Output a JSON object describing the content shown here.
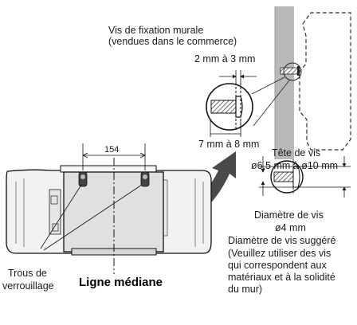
{
  "labels": {
    "screws_title_1": "Vis de fixation murale",
    "screws_title_2": "(vendues dans le commerce)",
    "protrusion": "2 mm à 3 mm",
    "length": "7 mm à 8 mm",
    "head_title": "Tête de vis",
    "head_dim": "ø6,5 mm à ø10 mm",
    "shaft_title": "Diamètre de vis",
    "shaft_dim": "ø4 mm",
    "spacing": "154",
    "holes_1": "Trous de",
    "holes_2": "verrouillage",
    "centerline": "Ligne médiane",
    "suggest_1": "Diamètre de vis suggéré",
    "suggest_2": "(Veuillez utiliser des vis",
    "suggest_3": "qui correspondent aux",
    "suggest_4": "matériaux et à la solidité",
    "suggest_5": "du mur)"
  },
  "colors": {
    "wall": "#b9b9b9",
    "device_body": "#f2f2f2",
    "device_panel": "#e0e0e0",
    "arrow": "#4a4a4a",
    "line": "#1a1a1a"
  }
}
